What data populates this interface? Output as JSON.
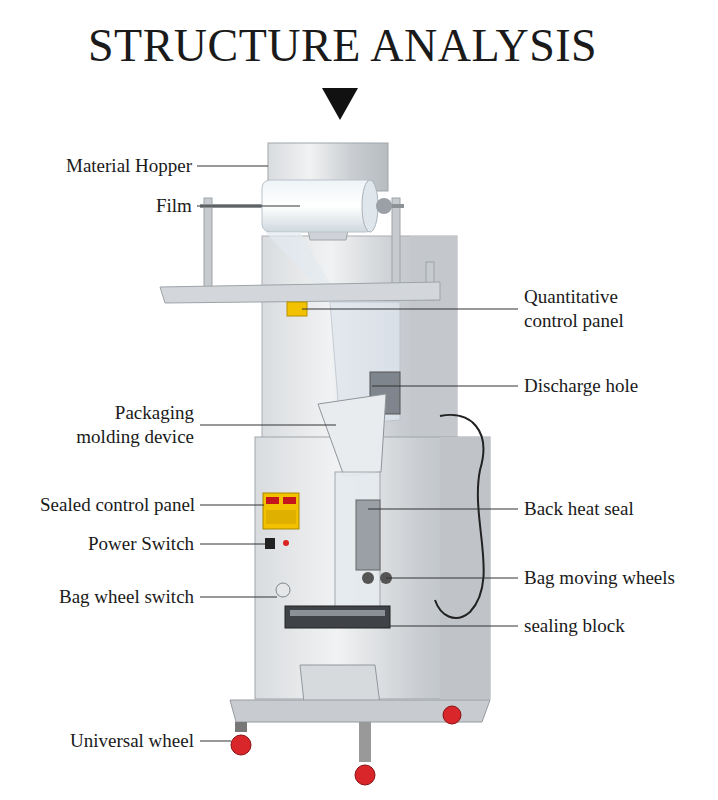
{
  "diagram": {
    "title": "STRUCTURE ANALYSIS",
    "labels": [
      "Material Hopper",
      "Film",
      "Quantitative control panel",
      "Discharge hole",
      "Packaging molding device",
      "Sealed control panel",
      "Back heat seal",
      "Power Switch",
      "Bag moving wheels",
      "Bag wheel switch",
      "sealing block",
      "Universal wheel"
    ]
  }
}
